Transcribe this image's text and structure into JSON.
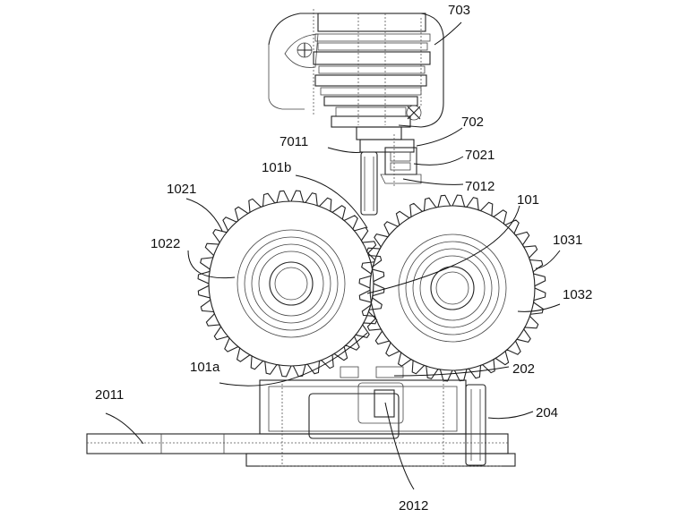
{
  "labels": {
    "l703": "703",
    "l702": "702",
    "l7011": "7011",
    "l7021": "7021",
    "l7012": "7012",
    "l101b": "101b",
    "l1021": "1021",
    "l101": "101",
    "l1022": "1022",
    "l1031": "1031",
    "l1032": "1032",
    "l101a": "101a",
    "l202": "202",
    "l2011": "2011",
    "l204": "204",
    "l2012": "2012"
  }
}
